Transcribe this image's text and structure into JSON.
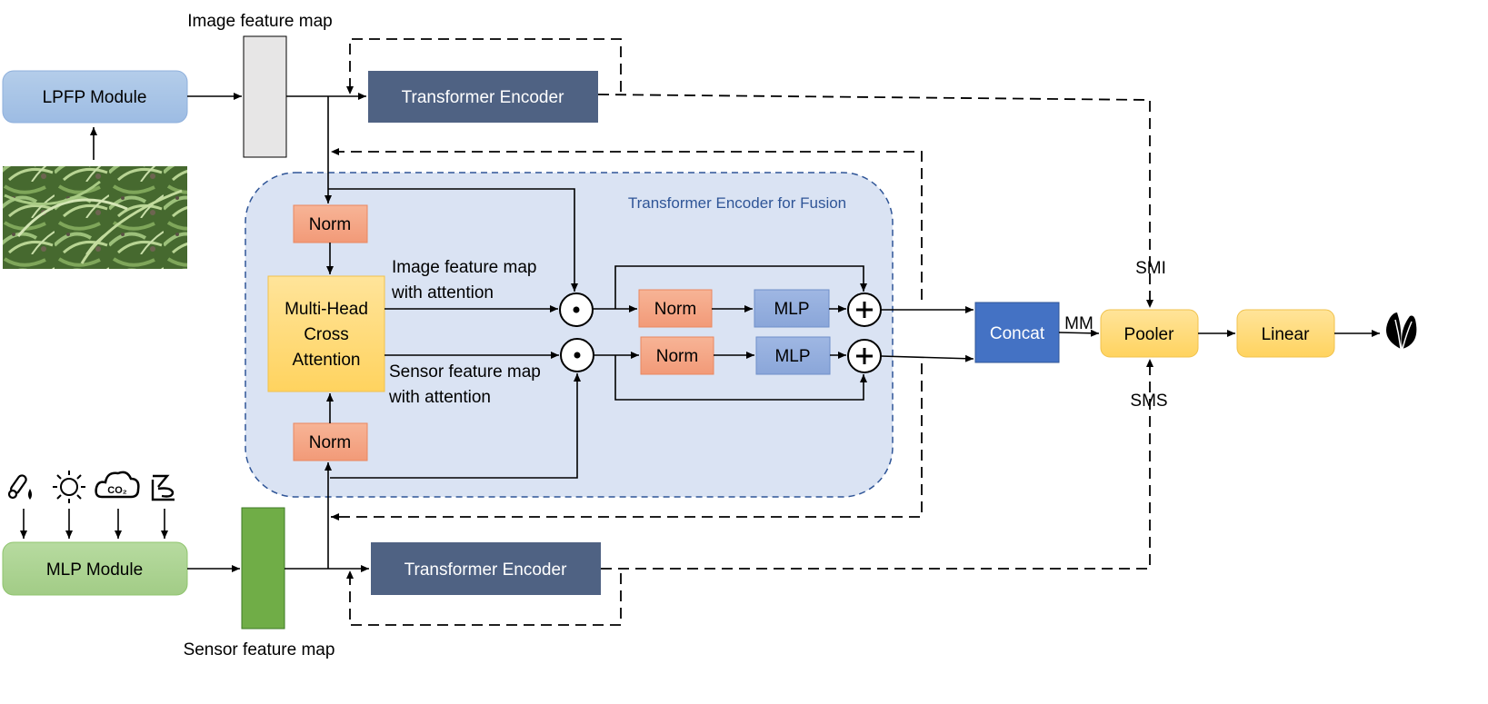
{
  "labels": {
    "image_feature_map": "Image feature map",
    "sensor_feature_map": "Sensor feature map",
    "fusion_title": "Transformer Encoder for Fusion",
    "img_attn_line1": "Image feature map",
    "img_attn_line2": "with attention",
    "sen_attn_line1": "Sensor feature map",
    "sen_attn_line2": "with attention",
    "smi": "SMI",
    "sms": "SMS",
    "mm": "MM"
  },
  "blocks": {
    "lpfp": "LPFP Module",
    "mlp_module": "MLP Module",
    "te_top": "Transformer Encoder",
    "te_bottom": "Transformer Encoder",
    "norm_top": "Norm",
    "norm_bottom": "Norm",
    "mhca_line1": "Multi-Head",
    "mhca_line2": "Cross",
    "mhca_line3": "Attention",
    "norm_row1": "Norm",
    "norm_row2": "Norm",
    "mlp_row1": "MLP",
    "mlp_row2": "MLP",
    "concat": "Concat",
    "pooler": "Pooler",
    "linear": "Linear"
  },
  "colors": {
    "lpfp_fill": "#a9c4e6",
    "mlp_module_fill": "#a9d18e",
    "transformer_fill": "#4f6283",
    "norm_fill": "#f4a582",
    "mhca_fill": "#ffd97a",
    "mlp_fill": "#8faadc",
    "concat_fill": "#4472c4",
    "pooler_fill": "#ffd966",
    "fusion_bg": "#dae3f3",
    "fusion_border": "#2f5597",
    "image_map_fill": "#e7e6e6",
    "sensor_map_fill": "#70ad47"
  },
  "icons": [
    "temperature-humidity-icon",
    "sun-icon",
    "co2-cloud-icon",
    "soil-moisture-icon",
    "leaf-icon",
    "photo-crop-leaves"
  ]
}
